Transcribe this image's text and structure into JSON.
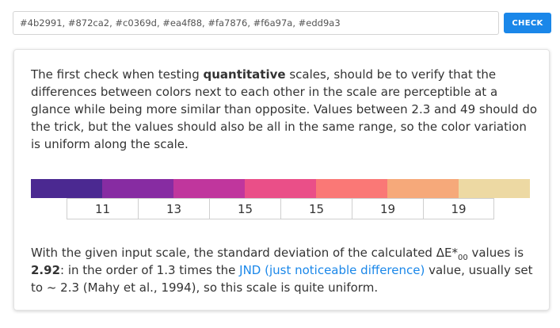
{
  "input": {
    "value": "#4b2991, #872ca2, #c0369d, #ea4f88, #fa7876, #f6a97a, #edd9a3"
  },
  "check_button_label": "CHECK",
  "intro": {
    "part1": "The first check when testing ",
    "bold": "quantitative",
    "part2": " scales, should be to verify that the differences between colors next to each other in the scale are perceptible at a glance while being more similar than opposite. Values between 2.3 and 49 should do the trick, but the values should also be all in the same range, so the color variation is uniform along the scale."
  },
  "swatches": [
    "#4b2991",
    "#872ca2",
    "#c0369d",
    "#ea4f88",
    "#fa7876",
    "#f6a97a",
    "#edd9a3"
  ],
  "deltas": [
    "11",
    "13",
    "15",
    "15",
    "19",
    "19"
  ],
  "result": {
    "part1": "With the given input scale, the standard deviation of the calculated ΔE*",
    "subscript": "00",
    "part2": " values is ",
    "std_dev": "2.92",
    "part3": ": in the order of 1.3 times the ",
    "link": "JND (just noticeable difference)",
    "part4": " value, usually set to ~ 2.3 (Mahy et al., 1994), so this scale is quite uniform."
  }
}
